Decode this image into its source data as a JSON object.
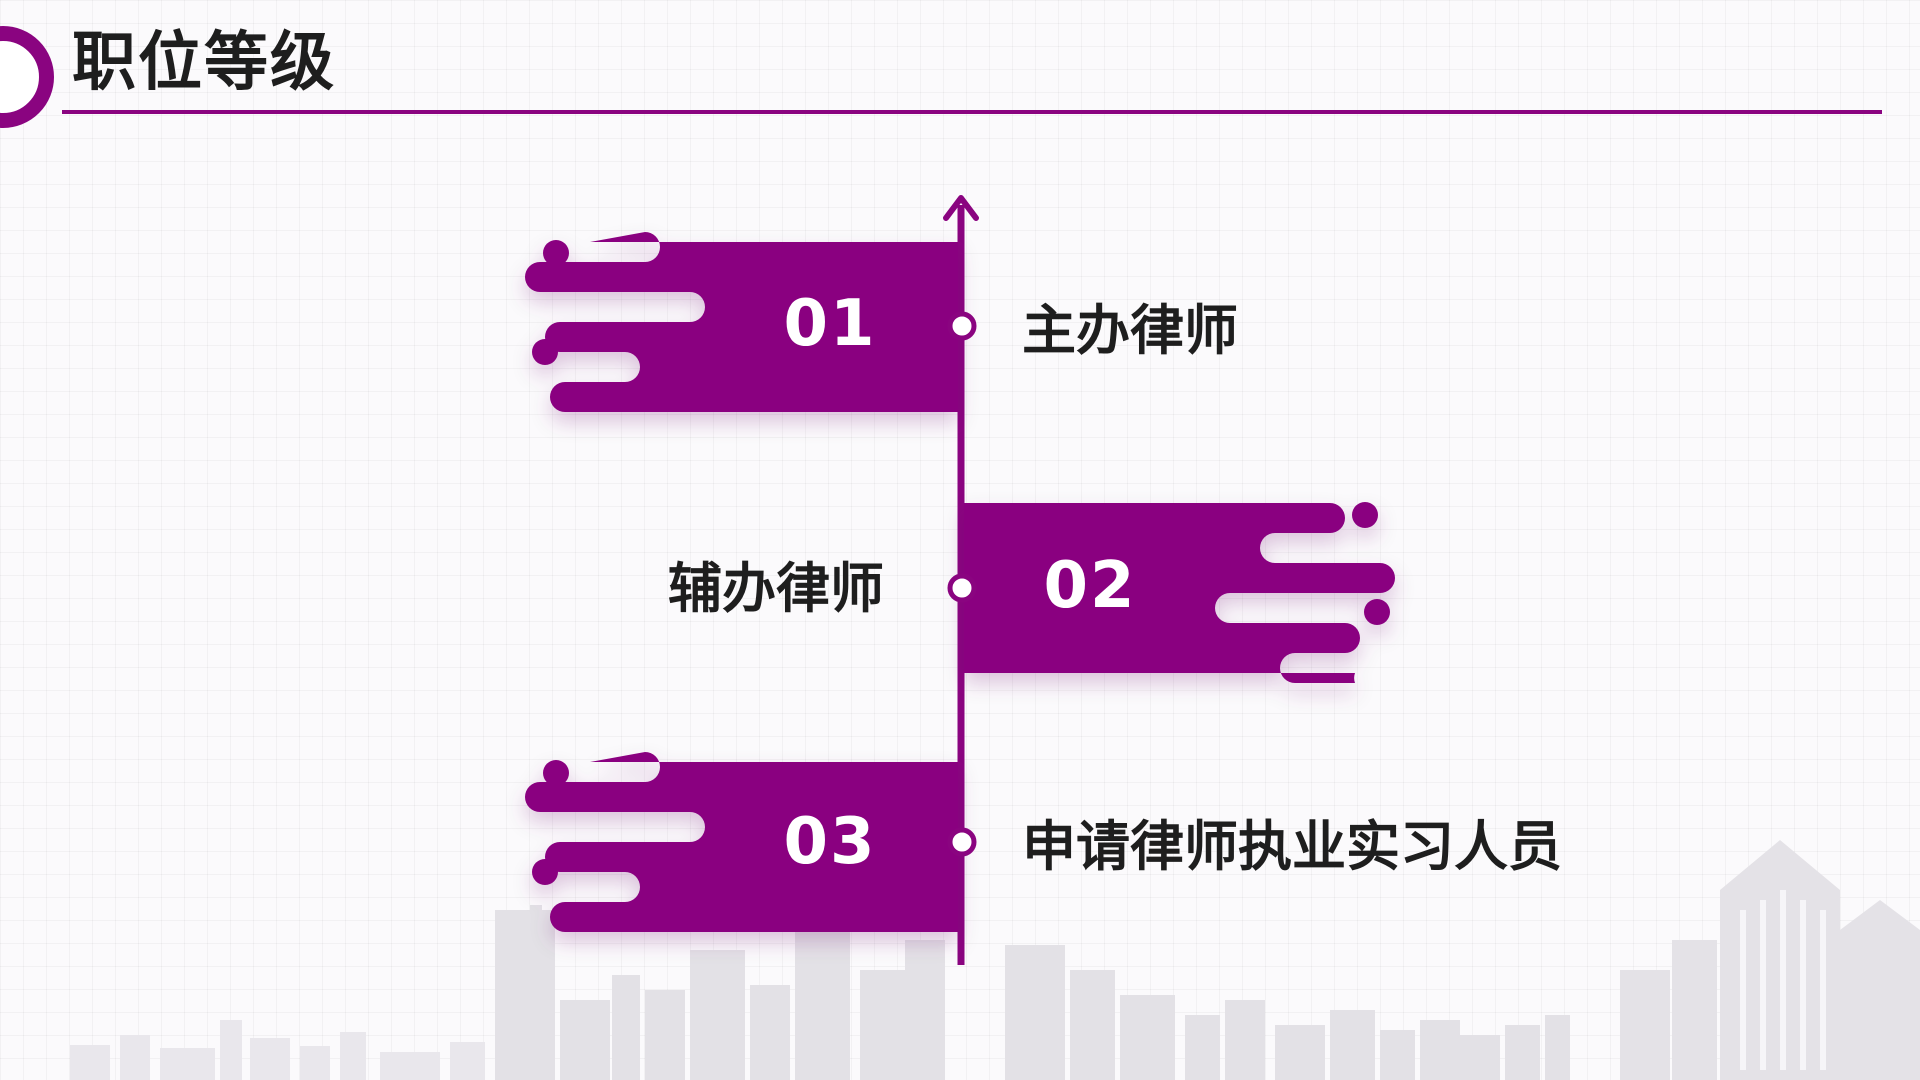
{
  "header": {
    "title": "职位等级"
  },
  "levels": [
    {
      "number": "01",
      "title": "主办律师"
    },
    {
      "number": "02",
      "title": "辅办律师"
    },
    {
      "number": "03",
      "title": "申请律师执业实习人员"
    }
  ],
  "colors": {
    "accent": "#8a0480",
    "text": "#1e1e1e",
    "background": "#fbfafc"
  }
}
